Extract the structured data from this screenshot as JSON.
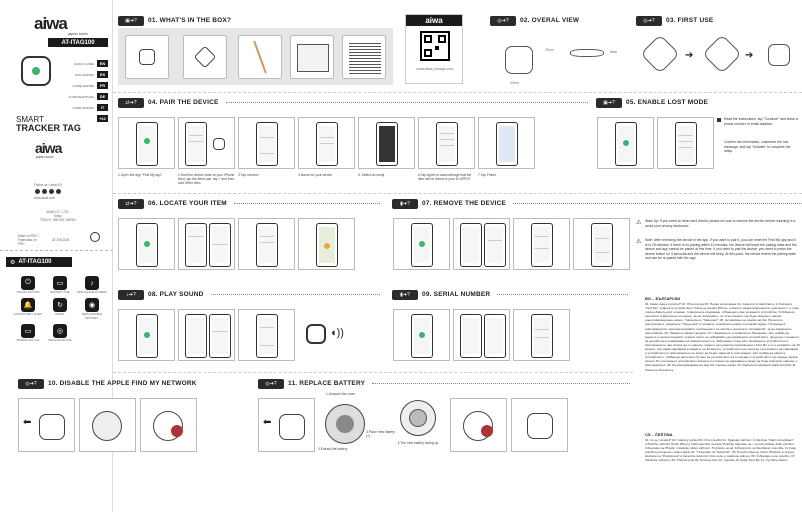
{
  "brand": {
    "logo": "aiwa",
    "sub": "japan",
    "sub2": "sonic",
    "model": "AT-ITAG100"
  },
  "languages": [
    {
      "name": "QUICK GUIDE",
      "code": "EN"
    },
    {
      "name": "GUÍA RÁPIDA",
      "code": "ES"
    },
    {
      "name": "GUIDE RAPIDE",
      "code": "FR"
    },
    {
      "name": "KURZANLEITUNG",
      "code": "DE"
    },
    {
      "name": "GUIDA RAPIDA",
      "code": "IT"
    },
    {
      "name": "",
      "code": "+22"
    }
  ],
  "product_title": {
    "line1": "SMART",
    "line2": "TRACKER TAG"
  },
  "follow": "Follow us / aiwa EU",
  "website": "www.aiwa.com",
  "address": {
    "l1": "AIWA CO., LTD.",
    "l2": "Tokyo",
    "l3": "TOKYO, 350-001 JAPAN"
  },
  "footer_left": "Made in PRC / Fabricado en PRC",
  "footer_mid": "AT-ITAG100",
  "buttons_title": "AT-ITAG100",
  "button_items": [
    {
      "label": "ON/OFF BUTTON",
      "icon": "⏻"
    },
    {
      "label": "BATTERY USE",
      "icon": "▭"
    },
    {
      "label": "FIND PHONE BY BEEP",
      "icon": "♪"
    },
    {
      "label": "LOW BATTERY ALERT",
      "icon": "🔔"
    },
    {
      "label": "RESET",
      "icon": "↻"
    },
    {
      "label": "REPLACEABLE BATTERY",
      "icon": "◉"
    },
    {
      "label": "PAIRING AIR TAG",
      "icon": "▭"
    },
    {
      "label": "REMOVE DEVICE",
      "icon": "◎"
    }
  ],
  "sections": {
    "s01": {
      "num": "01.",
      "title": "WHAT'S IN THE BOX?"
    },
    "s02": {
      "num": "02.",
      "title": "OVERAL VIEW"
    },
    "s03": {
      "num": "03.",
      "title": "FIRST USE"
    },
    "s04": {
      "num": "04.",
      "title": "PAIR THE DEVICE"
    },
    "s05": {
      "num": "05.",
      "title": "ENABLE LOST MODE"
    },
    "s06": {
      "num": "06.",
      "title": "LOCATE YOUR ITEM"
    },
    "s07": {
      "num": "07.",
      "title": "REMOVE THE DEVICE"
    },
    "s08": {
      "num": "08.",
      "title": "PLAY SOUND"
    },
    "s09": {
      "num": "09.",
      "title": "SERIAL NUMBER"
    },
    "s10": {
      "num": "10.",
      "title": "DISABLE THE APPLE FIND MY NETWORK"
    },
    "s11": {
      "num": "11.",
      "title": "REPLACE BATTERY"
    }
  },
  "qr_brand": "aiwa",
  "qr_url": "www.aiwa_europe.com",
  "dims": {
    "w": "37mm",
    "d": "37mm",
    "h": "8mm"
  },
  "pair_steps": [
    "1.Open the app \"Find My app\"",
    "2.Hold the device close to your iPhone. Next, tap the Items tab, tap + and then Add Other Item.",
    "3.Tap connect",
    "4.Name for your device",
    "5. Select an emoji",
    "6.Tap Agree to acknowledge that the item will be linked to your ID APPLE",
    "7.Tap Finish"
  ],
  "lost_mode_text": {
    "l1": "Read the instructions, tap \"Continue\" and leave a phone number or email address.",
    "l2": "Confirm the information, customize the lost message, and tap \"Activate\" to complete the setup."
  },
  "warn": {
    "t1": "Warn Up: If you need to return and refund, please be sure to remove the device before returning it to avoid your privacy disclosure.",
    "t2": "Note: After removing the device in the app, if you want to pair it, you can reset the Find My app and it is in 15 minutes. If there is no pairing within 10 minutes, the device will leave the pairing state and the device and app cannot be paired at this time. If you need to pair the device, you need to press the device button for 3 seconds and the device will beep. At this point, the device enters the pairing state and can be re-paired with the app."
  },
  "batt_caps": {
    "c1": "1.Unspool the cover",
    "c2": "2.Extract the battery",
    "c3": "3.Place new battery (+)",
    "c4": "4.The new battery facing up"
  },
  "bg_title": "BG – БЪЛГАРСКИ",
  "bg_text": "01. Какво има в кутията? 02. Общ изглед 03. Първо използване 04. Сдвоете устройството: 1.Отворете \"Find My\". 2.Дръжте устройството близо до вашия iPhone, отворете раздела Елементи, докоснете + и след това добавете друг елемент. 3.Докоснете свързване. 4.Въведете име за вашето устройство. 5.Изберете емотикон. 6.Докоснете съгласие, за да потвърдите, че този елемент ще бъде свързан с вашия идентификационен номер. 7.Докоснете \"Завърши\". 05. Активиране на режим загуба: Прочетете инструкциите, докоснете \"Продължи\" и оставете телефонен номер или имейл адрес. Потвърдете информацията, персонализирайте съобщението за загуба и докоснете \"Активирай\", за да завършите настройката. 06. Намерете вашия предмет. 07. Премахнете устройството: Внимание: Ако трябва да върнете и да възстановите сумата, моля, не забравяйте да премахнете устройството, преди да го върнете, за да избегнете разкриване на поверителността. Забележка: След като премахнете устройството в приложението, ако искате да го сдвоите, можете да нулирате приложението Find My и то е в рамките на 15 минути. Ако няма сдвояване в рамките на 10 минути, устройството ще напусне състоянието на сдвояване и устройството и приложението не могат да бъдат сдвоени в този момент. Ако трябва да сдвоите устройството, трябва да натиснете бутона на устройството за 3 секунди и устройството ще издаде звуков сигнал. В този момент устройството влиза в състояние на сдвояване и може да бъде повторно сдвоено с приложението. 08. Възпроизвеждане на звук 09. Сериен номер 10. Изключете мрежата Apple Find My 11. Сменете батерията.",
  "cs_title": "CS – ČEŠTINA",
  "cs_text": "01. Co je v krabici? 02. Celkový pohled 03. První použití 04. Spárujte zařízení: 1.Otevřete \"Najít můj aplikaci\". 2.Podržte zařízení blízko iPhonu. Dále klepněte na kartu Položky, klepněte na + a poté přidejte další položku. 3.Klepněte na Připojit. 4.Zadejte název zařízení. 5.Vyberte emoji. 6.Klepnutím na Souhlasím potvrďte, že bude položka propojena s vaším Apple ID. 7.Klepněte na \"Dokončit\". 05. Povolit ztracený režim: Přečtěte si pokyny, klepněte na \"Pokračovat\" a zanechte telefonní číslo nebo e-mailovou adresu. 06. Vyhledejte svou položku. 07. Odeberte zařízení. 08. Přehrát zvuk 09. Sériové číslo 10. Vypněte síť Apple Find My 11. Vyměňte baterii."
}
